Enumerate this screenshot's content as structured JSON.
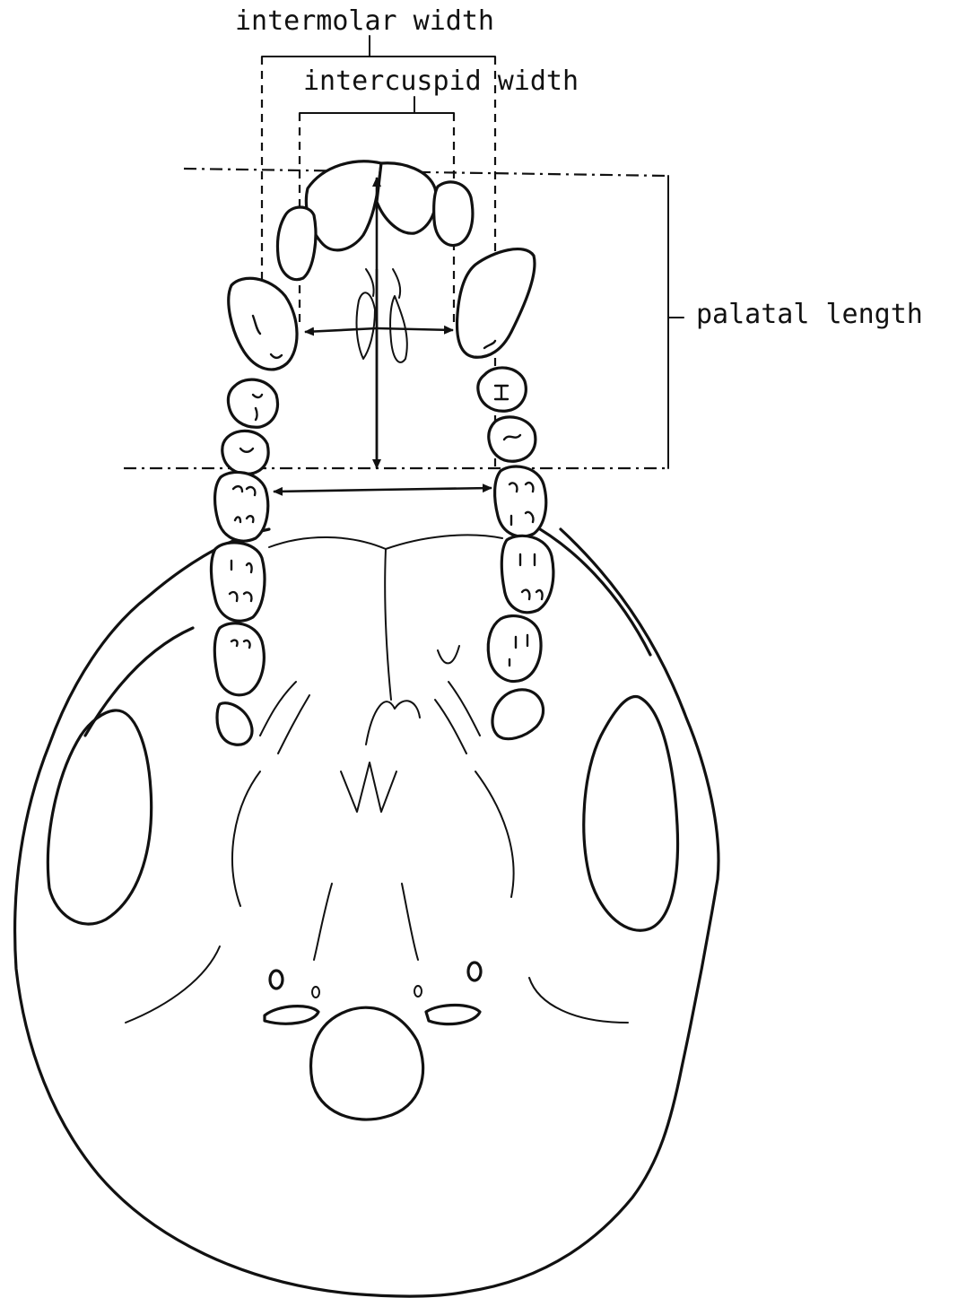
{
  "diagram": {
    "labels": {
      "intermolar": "intermolar width",
      "intercuspid": "intercuspid width",
      "palatal": "palatal length"
    },
    "colors": {
      "ink": "#111111",
      "paper": "#ffffff"
    }
  }
}
